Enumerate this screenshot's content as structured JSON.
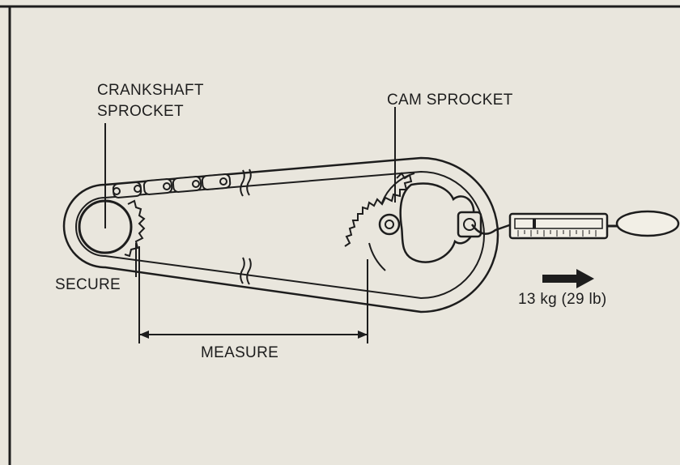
{
  "diagram": {
    "labels": {
      "crankshaft_line1": "CRANKSHAFT",
      "crankshaft_line2": "SPROCKET",
      "cam": "CAM SPROCKET",
      "secure": "SECURE",
      "measure": "MEASURE",
      "force": "13 kg (29 lb)"
    },
    "colors": {
      "ink": "#1d1d1d",
      "paper": "#e9e6dd",
      "scale_body": "#f2efe6"
    }
  }
}
